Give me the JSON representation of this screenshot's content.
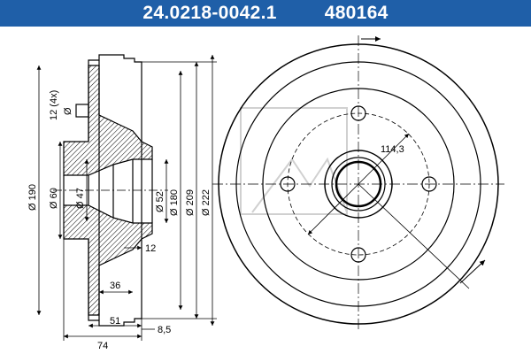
{
  "header": {
    "part_number": "24.0218-0042.1",
    "ref_number": "480164",
    "background_color": "#1f5fa8"
  },
  "dimensions": {
    "thread": "12 (4x)",
    "diameter_symbol": "Ø",
    "d190": "Ø 190",
    "d60": "Ø 60",
    "d47": "Ø 47",
    "d52": "Ø 52",
    "d180": "Ø 180",
    "d209": "Ø 209",
    "d222": "Ø 222",
    "w12": "12",
    "w36": "36",
    "w51": "51",
    "w74": "74",
    "w8_5": "8,5",
    "pcd": "114,3"
  }
}
